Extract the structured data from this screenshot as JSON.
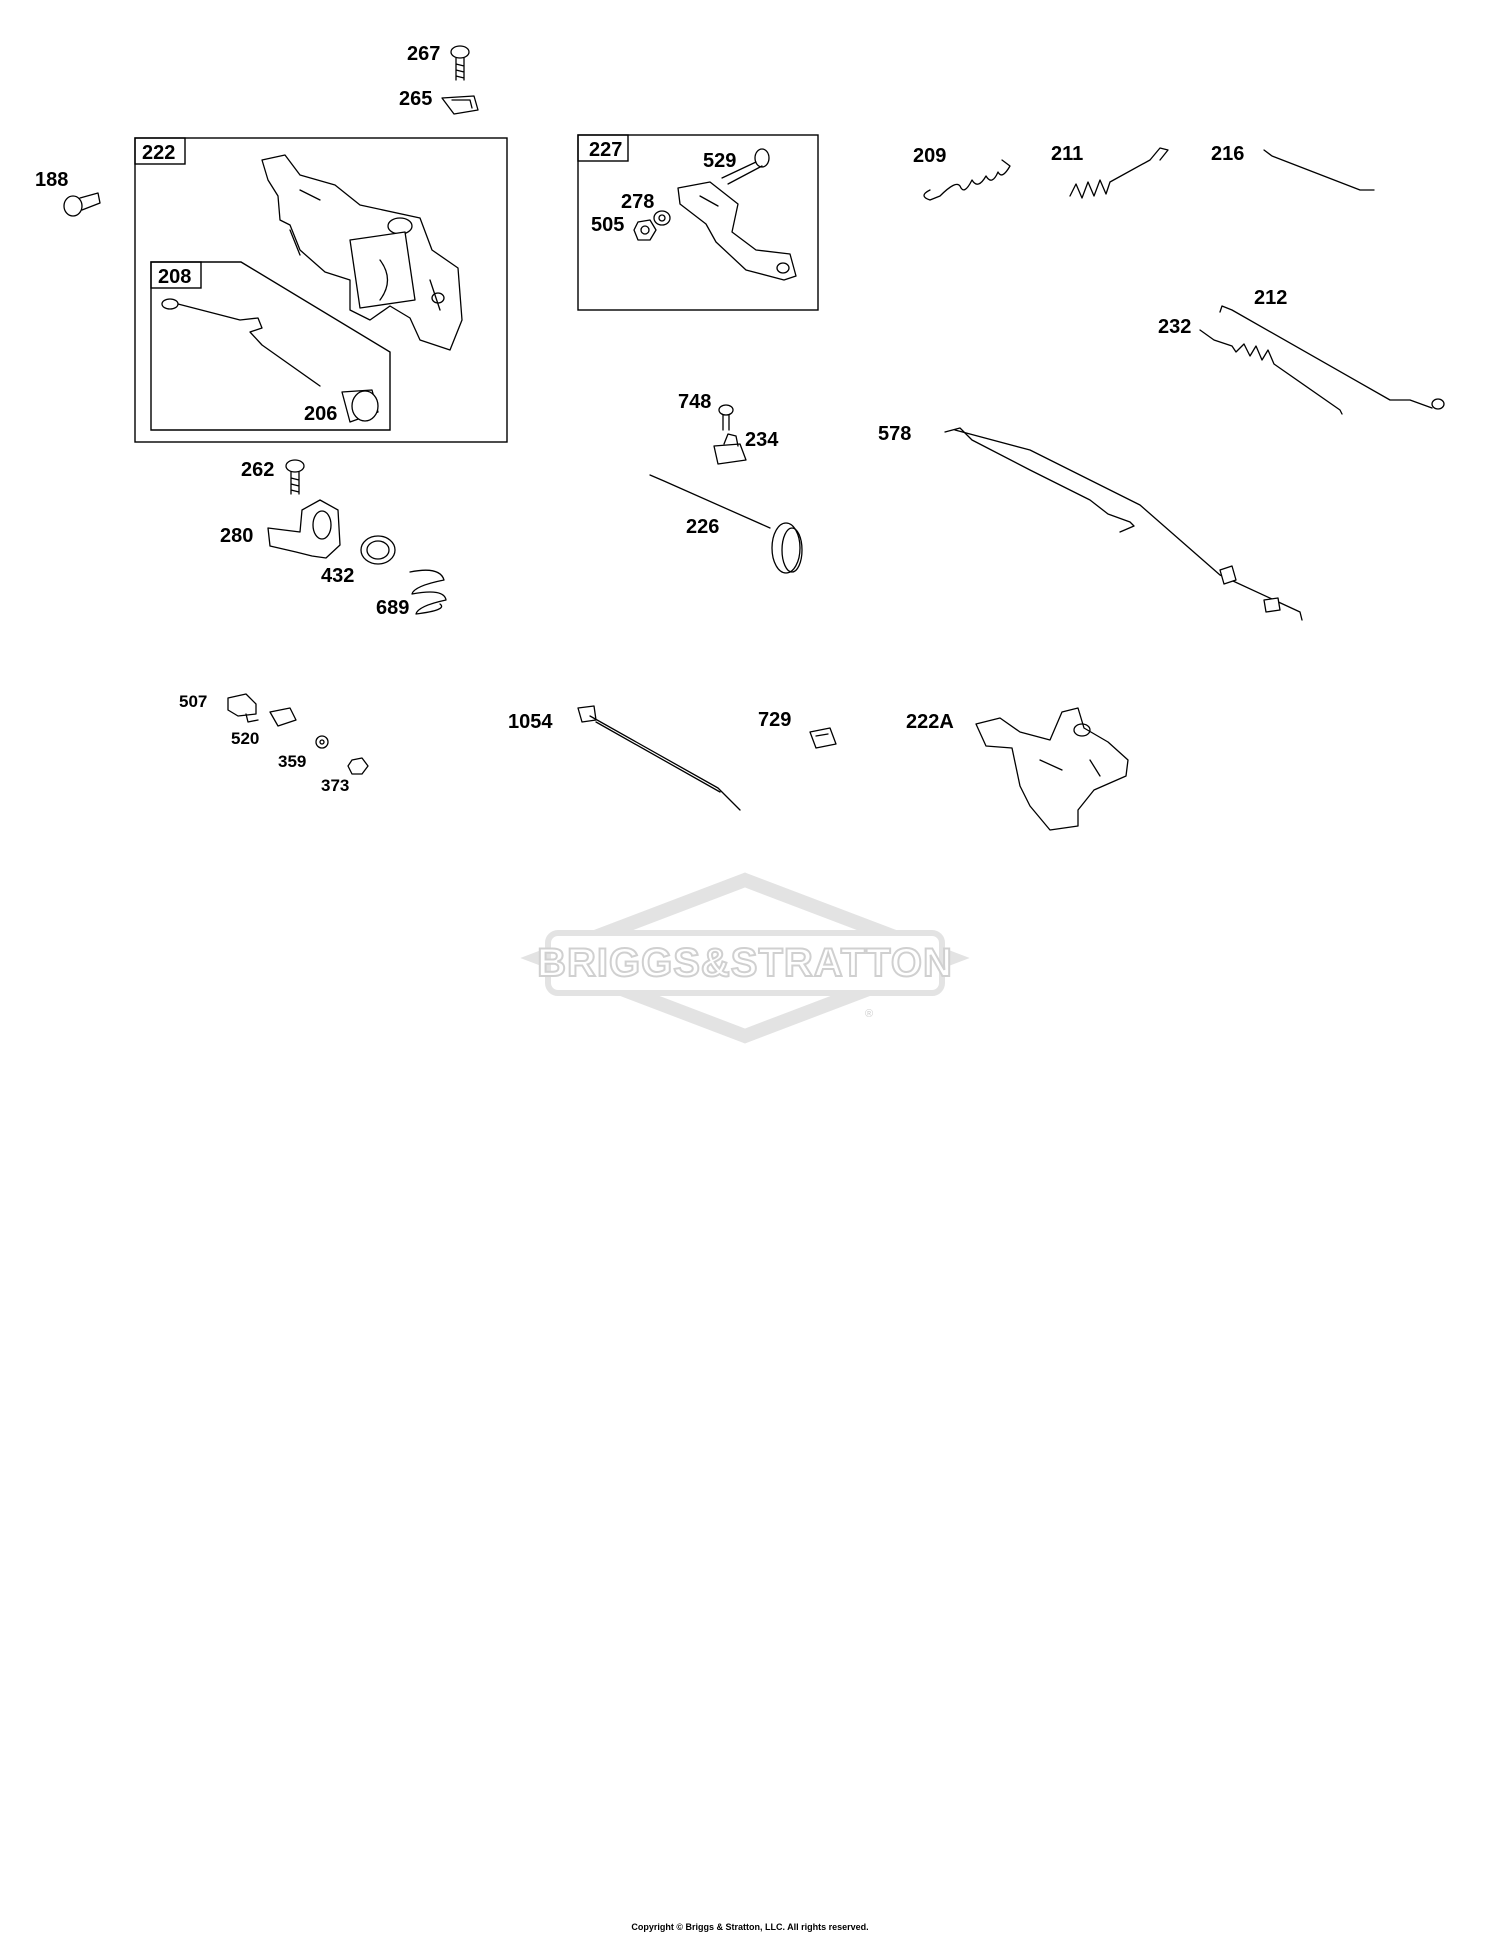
{
  "diagram": {
    "callouts": {
      "p267": "267",
      "p265": "265",
      "p188": "188",
      "p222": "222",
      "p208": "208",
      "p206": "206",
      "p262": "262",
      "p280": "280",
      "p432": "432",
      "p689": "689",
      "p227": "227",
      "p529": "529",
      "p278": "278",
      "p505": "505",
      "p748": "748",
      "p234": "234",
      "p226": "226",
      "p209": "209",
      "p211": "211",
      "p216": "216",
      "p212": "212",
      "p232": "232",
      "p578": "578",
      "p507": "507",
      "p520": "520",
      "p359": "359",
      "p373": "373",
      "p1054": "1054",
      "p729": "729",
      "p222A": "222A"
    },
    "watermark": {
      "logo_text": "BRIGGS&STRATTON",
      "registered_mark": "®"
    },
    "copyright": "Copyright © Briggs & Stratton, LLC. All rights reserved."
  }
}
